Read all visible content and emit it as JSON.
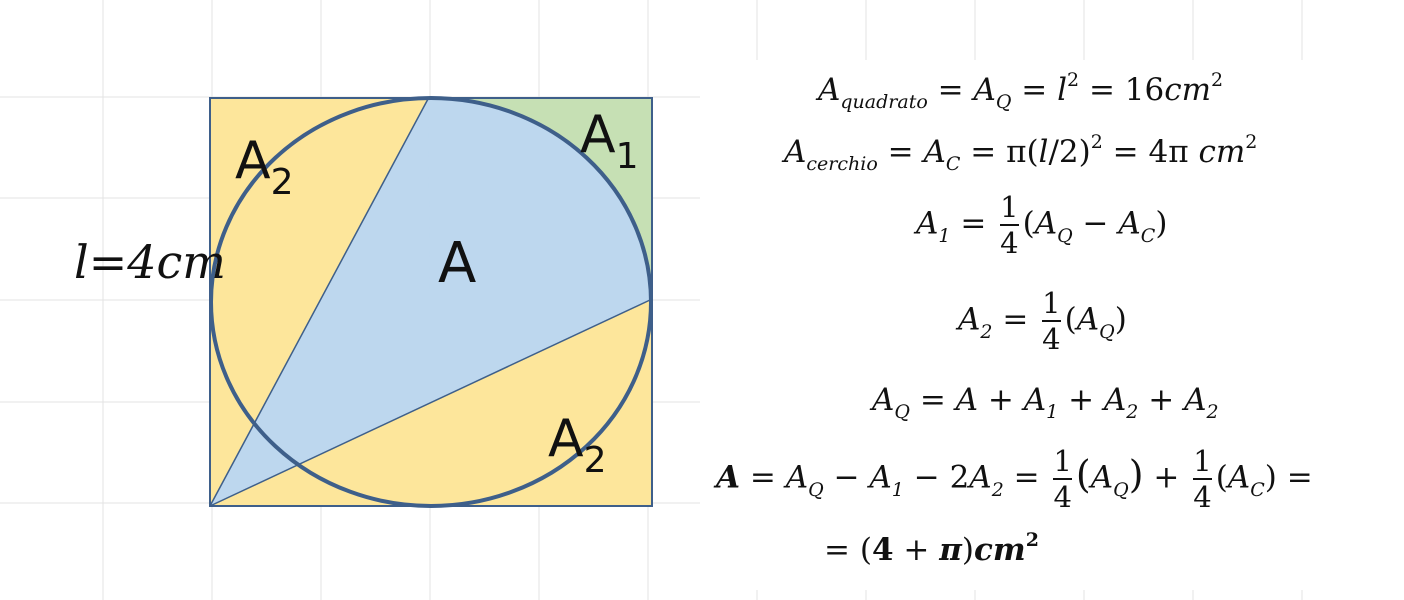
{
  "colors": {
    "orange_fill": "#fde69b",
    "green_fill": "#c6e0b4",
    "blue_fill": "#bdd7ee",
    "outline": "#3e5f8a"
  },
  "diagram": {
    "side_label": "l=4cm",
    "region_a": "A",
    "region_a1": {
      "letter": "A",
      "sub": "1"
    },
    "region_a2_top": {
      "letter": "A",
      "sub": "2"
    },
    "region_a2_bottom": {
      "letter": "A",
      "sub": "2"
    }
  },
  "formulas": {
    "f1": {
      "a": "A",
      "sub_quadrato": "quadrato",
      "eq1": " = ",
      "aq": "A",
      "sub_q": "Q",
      "eq2": " = ",
      "l": "l",
      "sup2": "2",
      "rest": " = 16",
      "cm": "cm",
      "sup2b": "2"
    },
    "f2": {
      "a": "A",
      "sub_cerchio": "cerchio",
      "eq1": " = ",
      "ac": "A",
      "sub_c": "C",
      "mid": " = π(",
      "l": "l",
      "mid2": "/2)",
      "sup2": "2",
      "rest": " = 4π ",
      "cm": "cm",
      "sup2b": "2"
    },
    "f3": {
      "a": "A",
      "sub1": "1",
      "eq": " = ",
      "num": "1",
      "den": "4",
      "open": "(",
      "aq": "A",
      "sub_q": "Q",
      "minus": " − ",
      "ac": "A",
      "sub_c": "C",
      "close": ")"
    },
    "f4": {
      "a": "A",
      "sub2": "2",
      "eq": " = ",
      "num": "1",
      "den": "4",
      "open": "(",
      "aq": "A",
      "sub_q": "Q",
      "close": ")"
    },
    "f5": {
      "aq": "A",
      "sub_q": "Q",
      "eq": " = ",
      "a": "A",
      "plus1": " + ",
      "a1": "A",
      "sub1": "1",
      "plus2": " + ",
      "a2": "A",
      "sub2": "2",
      "plus3": " + ",
      "a2b": "A",
      "sub2b": "2"
    },
    "f6": {
      "a_bold": "A",
      "eq1": " = ",
      "aq": "A",
      "sub_q": "Q",
      "minus1": " − ",
      "a1": "A",
      "sub1": "1",
      "minus2": " − 2",
      "a2": "A",
      "sub2": "2",
      "eq2": " = ",
      "num1": "1",
      "den1": "4",
      "open1": "(",
      "aq2": "A",
      "sub_q2": "Q",
      "close1": ")",
      "plus": " + ",
      "num2": "1",
      "den2": "4",
      "open2": "(",
      "ac": "A",
      "sub_c": "C",
      "close2": ")",
      "eq3": " ="
    },
    "f7": {
      "eq": "= ",
      "open": "(",
      "four": "4",
      "plus": " +  ",
      "pi": "π",
      "close": ")",
      "cm": "cm",
      "sup2": "2"
    }
  }
}
